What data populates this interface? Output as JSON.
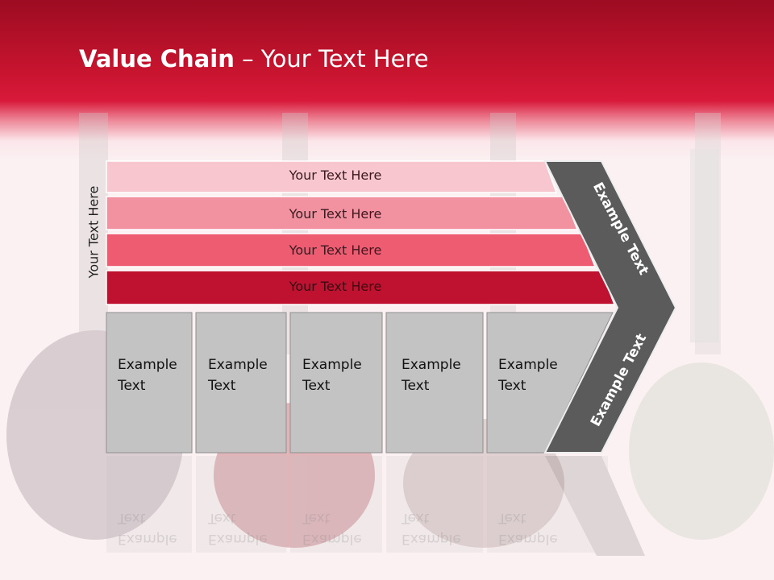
{
  "title": {
    "bold": "Value Chain",
    "rest": " – Your Text Here"
  },
  "side_label": "Your Text Here",
  "stripes": [
    {
      "label": "Your Text Here",
      "color": "#f8c6cf"
    },
    {
      "label": "Your Text Here",
      "color": "#f292a1"
    },
    {
      "label": "Your Text Here",
      "color": "#ee5c72"
    },
    {
      "label": "Your Text Here",
      "color": "#be1230"
    }
  ],
  "boxes": [
    "Example\nText",
    "Example\nText",
    "Example\nText",
    "Example\nText",
    "Example\nText"
  ],
  "arrow_top_label": "Example Text",
  "arrow_bottom_label": "Example Text",
  "colors": {
    "box_fill": "#c3c3c3",
    "arrow_fill": "#5b5b5b",
    "header_red": "#c8142f"
  }
}
